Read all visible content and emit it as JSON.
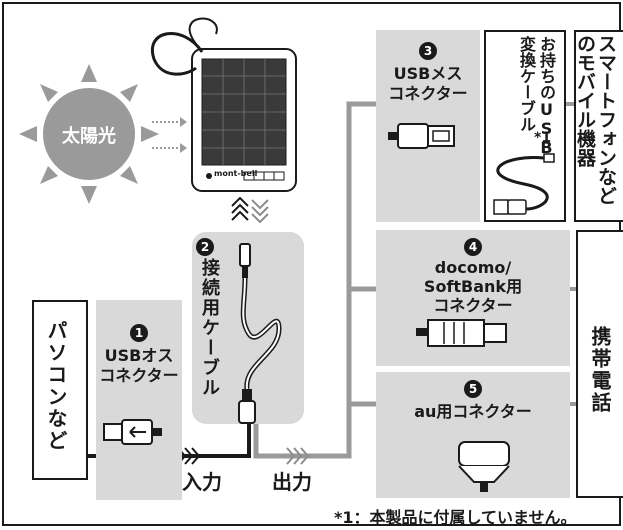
{
  "sun": {
    "label": "太陽光"
  },
  "brand": {
    "logo": "mont-bell"
  },
  "cable_connector": {
    "number": "2",
    "label": "接続用ケーブル"
  },
  "usb_male": {
    "number": "1",
    "line1": "USBオス",
    "line2": "コネクター"
  },
  "usb_female": {
    "number": "3",
    "line1": "USBメス",
    "line2": "コネクター"
  },
  "docomo": {
    "number": "4",
    "line1": "docomo/",
    "line2": "SoftBank用",
    "line3": "コネクター"
  },
  "au": {
    "number": "5",
    "label": "au用コネクター"
  },
  "pc": {
    "label": "パソコンなど"
  },
  "own_usb_cable": {
    "label": "お持ちのUSB変換ケーブル",
    "mark": "*1"
  },
  "mobile": {
    "label": "スマートフォンなどのモバイル機器"
  },
  "phone": {
    "label": "携帯電話"
  },
  "input_label": "入力",
  "output_label": "出力",
  "footnote": "*1：本製品に付属していません。"
}
